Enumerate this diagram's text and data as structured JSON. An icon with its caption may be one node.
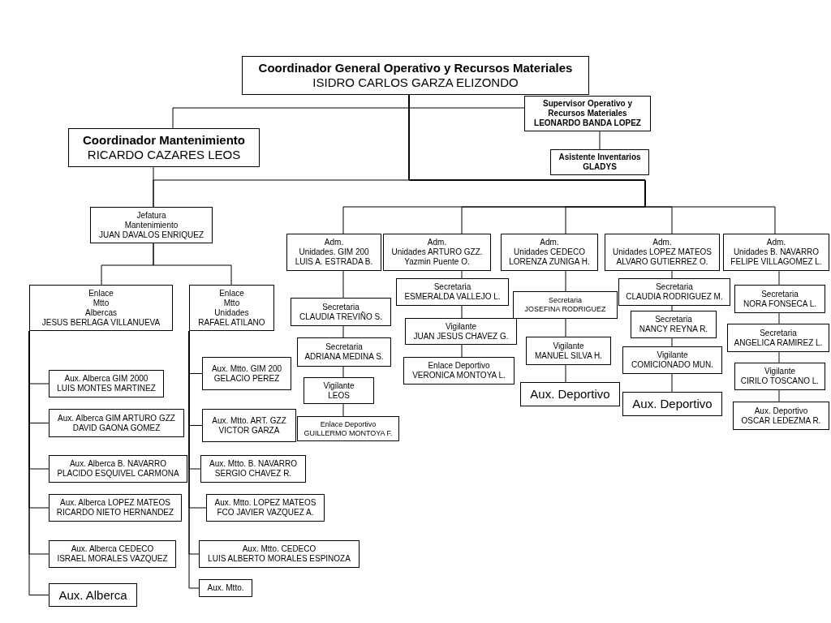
{
  "diagram": {
    "nodes": [
      {
        "text": [
          "Coordinador General Operativo y Recursos Materiales",
          "ISIDRO CARLOS GARZA ELIZONDO"
        ]
      },
      {
        "text": [
          "Supervisor Operativo y Recursos Materiales",
          "LEONARDO BANDA LOPEZ"
        ]
      },
      {
        "text": [
          "Coordinador Mantenimiento",
          "RICARDO CAZARES LEOS"
        ]
      },
      {
        "text": [
          "Asistente Inventarios",
          "GLADYS"
        ]
      },
      {
        "text": [
          "Jefatura",
          "Mantenimiento",
          "JUAN DAVALOS ENRIQUEZ"
        ]
      },
      {
        "text": [
          "Adm.",
          "Unidades. GIM 200",
          "LUIS A. ESTRADA B."
        ]
      },
      {
        "text": [
          "Adm.",
          "Unidades ARTURO GZZ.",
          "Yazmin Puente O."
        ]
      },
      {
        "text": [
          "Adm.",
          "Unidades CEDECO",
          "LORENZA ZUNIGA H."
        ]
      },
      {
        "text": [
          "Adm.",
          "Unidades LOPEZ MATEOS",
          "ALVARO GUTIERREZ O."
        ]
      },
      {
        "text": [
          "Adm.",
          "Unidades B. NAVARRO",
          "FELIPE VILLAGOMEZ L."
        ]
      },
      {
        "text": [
          "Enlace",
          "Mtto",
          "Albercas",
          "JESUS BERLAGA VILLANUEVA"
        ]
      },
      {
        "text": [
          "Enlace",
          "Mtto",
          "Unidades",
          "RAFAEL ATILANO"
        ]
      },
      {
        "text": [
          "Secretaria",
          "CLAUDIA TREVIÑO S."
        ]
      },
      {
        "text": [
          "Secretaria",
          "ADRIANA MEDINA S."
        ]
      },
      {
        "text": [
          "Vigilante",
          "LEOS"
        ]
      },
      {
        "text": [
          "Enlace Deportivo",
          "GUILLERMO MONTOYA F."
        ]
      },
      {
        "text": [
          "Secretaria",
          "ESMERALDA VALLEJO L."
        ]
      },
      {
        "text": [
          "Vigilante",
          "JUAN JESUS CHAVEZ G."
        ]
      },
      {
        "text": [
          "Enlace Deportivo",
          "VERONICA MONTOYA L."
        ]
      },
      {
        "text": [
          "Secretaria",
          "JOSEFINA RODRIGUEZ"
        ]
      },
      {
        "text": [
          "Vigilante",
          "MANUEL SILVA H."
        ]
      },
      {
        "text": [
          "Aux. Deportivo"
        ]
      },
      {
        "text": [
          "Secretaria",
          "CLAUDIA RODRIGUEZ M."
        ]
      },
      {
        "text": [
          "Secretaria",
          "NANCY REYNA R."
        ]
      },
      {
        "text": [
          "Vigilante",
          "COMICIONADO MUN."
        ]
      },
      {
        "text": [
          "Aux. Deportivo"
        ]
      },
      {
        "text": [
          "Secretaria",
          "NORA FONSECA L."
        ]
      },
      {
        "text": [
          "Secretaria",
          "ANGELICA RAMIREZ L."
        ]
      },
      {
        "text": [
          "Vigilante",
          "CIRILO TOSCANO L."
        ]
      },
      {
        "text": [
          "Aux. Deportivo",
          "OSCAR LEDEZMA R."
        ]
      },
      {
        "text": [
          "Aux. Alberca GIM 2000",
          "LUIS MONTES MARTINEZ"
        ]
      },
      {
        "text": [
          "Aux. Alberca GIM ARTURO GZZ",
          "DAVID GAONA GOMEZ"
        ]
      },
      {
        "text": [
          "Aux. Alberca B. NAVARRO",
          "PLACIDO ESQUIVEL CARMONA"
        ]
      },
      {
        "text": [
          "Aux. Alberca LOPEZ MATEOS",
          "RICARDO NIETO HERNANDEZ"
        ]
      },
      {
        "text": [
          "Aux. Alberca CEDECO",
          "ISRAEL MORALES VAZQUEZ"
        ]
      },
      {
        "text": [
          "Aux. Alberca"
        ]
      },
      {
        "text": [
          "Aux. Mtto. GIM 200",
          "GELACIO PEREZ"
        ]
      },
      {
        "text": [
          "Aux. Mtto. ART. GZZ",
          "VICTOR GARZA"
        ]
      },
      {
        "text": [
          "Aux. Mtto. B. NAVARRO",
          "SERGIO CHAVEZ R."
        ]
      },
      {
        "text": [
          "Aux. Mtto. LOPEZ MATEOS",
          "FCO JAVIER VAZQUEZ A."
        ]
      },
      {
        "text": [
          "Aux. Mtto. CEDECO",
          "LUIS ALBERTO MORALES ESPINOZA"
        ]
      },
      {
        "text": [
          "Aux. Mtto."
        ]
      }
    ],
    "edges": [
      {
        "from": 0,
        "to": 1,
        "arrow": "none"
      },
      {
        "from": 0,
        "to": 2,
        "arrow": "none"
      },
      {
        "from": 1,
        "to": 3,
        "arrow": "none"
      },
      {
        "from": 2,
        "to": 4,
        "arrow": "none"
      },
      {
        "from": 0,
        "to": 4,
        "arrow": "none"
      },
      {
        "from": 0,
        "to": 5,
        "arrow": "none"
      },
      {
        "from": 0,
        "to": 6,
        "arrow": "none"
      },
      {
        "from": 0,
        "to": 7,
        "arrow": "none"
      },
      {
        "from": 0,
        "to": 8,
        "arrow": "none"
      },
      {
        "from": 0,
        "to": 9,
        "arrow": "none"
      },
      {
        "from": 4,
        "to": 10,
        "arrow": "none"
      },
      {
        "from": 4,
        "to": 11,
        "arrow": "none"
      },
      {
        "from": 10,
        "to": 30,
        "arrow": "none"
      },
      {
        "from": 10,
        "to": 31,
        "arrow": "none"
      },
      {
        "from": 10,
        "to": 32,
        "arrow": "none"
      },
      {
        "from": 10,
        "to": 33,
        "arrow": "none"
      },
      {
        "from": 10,
        "to": 34,
        "arrow": "none"
      },
      {
        "from": 10,
        "to": 35,
        "arrow": "none"
      },
      {
        "from": 11,
        "to": 36,
        "arrow": "none"
      },
      {
        "from": 11,
        "to": 37,
        "arrow": "none"
      },
      {
        "from": 11,
        "to": 38,
        "arrow": "none"
      },
      {
        "from": 11,
        "to": 39,
        "arrow": "none"
      },
      {
        "from": 11,
        "to": 40,
        "arrow": "none"
      },
      {
        "from": 11,
        "to": 41,
        "arrow": "none"
      },
      {
        "from": 5,
        "to": 12,
        "arrow": "none"
      },
      {
        "from": 12,
        "to": 13,
        "arrow": "none"
      },
      {
        "from": 13,
        "to": 14,
        "arrow": "none"
      },
      {
        "from": 14,
        "to": 15,
        "arrow": "none"
      },
      {
        "from": 6,
        "to": 16,
        "arrow": "none"
      },
      {
        "from": 16,
        "to": 17,
        "arrow": "none"
      },
      {
        "from": 17,
        "to": 18,
        "arrow": "none"
      },
      {
        "from": 7,
        "to": 19,
        "arrow": "none"
      },
      {
        "from": 19,
        "to": 20,
        "arrow": "none"
      },
      {
        "from": 20,
        "to": 21,
        "arrow": "none"
      },
      {
        "from": 8,
        "to": 22,
        "arrow": "none"
      },
      {
        "from": 22,
        "to": 23,
        "arrow": "none"
      },
      {
        "from": 23,
        "to": 24,
        "arrow": "none"
      },
      {
        "from": 24,
        "to": 25,
        "arrow": "none"
      },
      {
        "from": 9,
        "to": 26,
        "arrow": "none"
      },
      {
        "from": 26,
        "to": 27,
        "arrow": "none"
      },
      {
        "from": 27,
        "to": 28,
        "arrow": "none"
      },
      {
        "from": 28,
        "to": 29,
        "arrow": "none"
      }
    ]
  }
}
